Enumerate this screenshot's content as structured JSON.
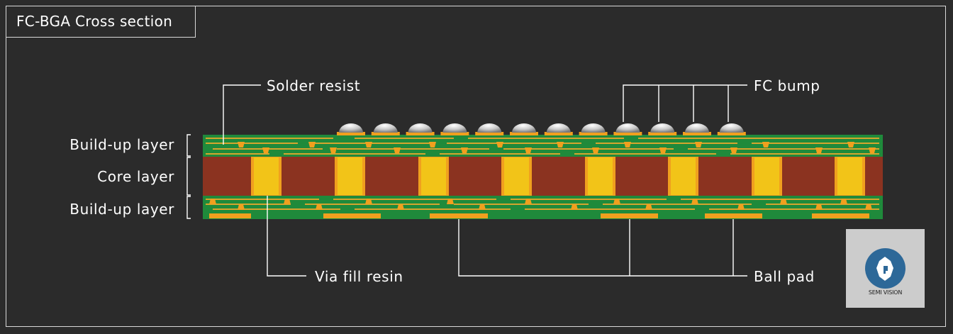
{
  "title": "FC-BGA Cross section",
  "labels": {
    "buildup_top": "Build-up layer",
    "core": "Core layer",
    "buildup_bottom": "Build-up layer",
    "solder_resist": "Solder resist",
    "fc_bump": "FC bump",
    "via_fill_resin": "Via fill resin",
    "ball_pad": "Ball pad"
  },
  "logo": {
    "text": "SEMI VISION",
    "icon": "semi-vision-logo-icon"
  },
  "colors": {
    "background": "#2b2b2b",
    "core": "#8b3320",
    "buildup": "#1f8a3b",
    "copper_trace": "#d4a52e",
    "via_fill": "#f2c418",
    "ball_pad": "#f0a01e",
    "bump": "#d8d8d8",
    "line": "#ffffff"
  }
}
